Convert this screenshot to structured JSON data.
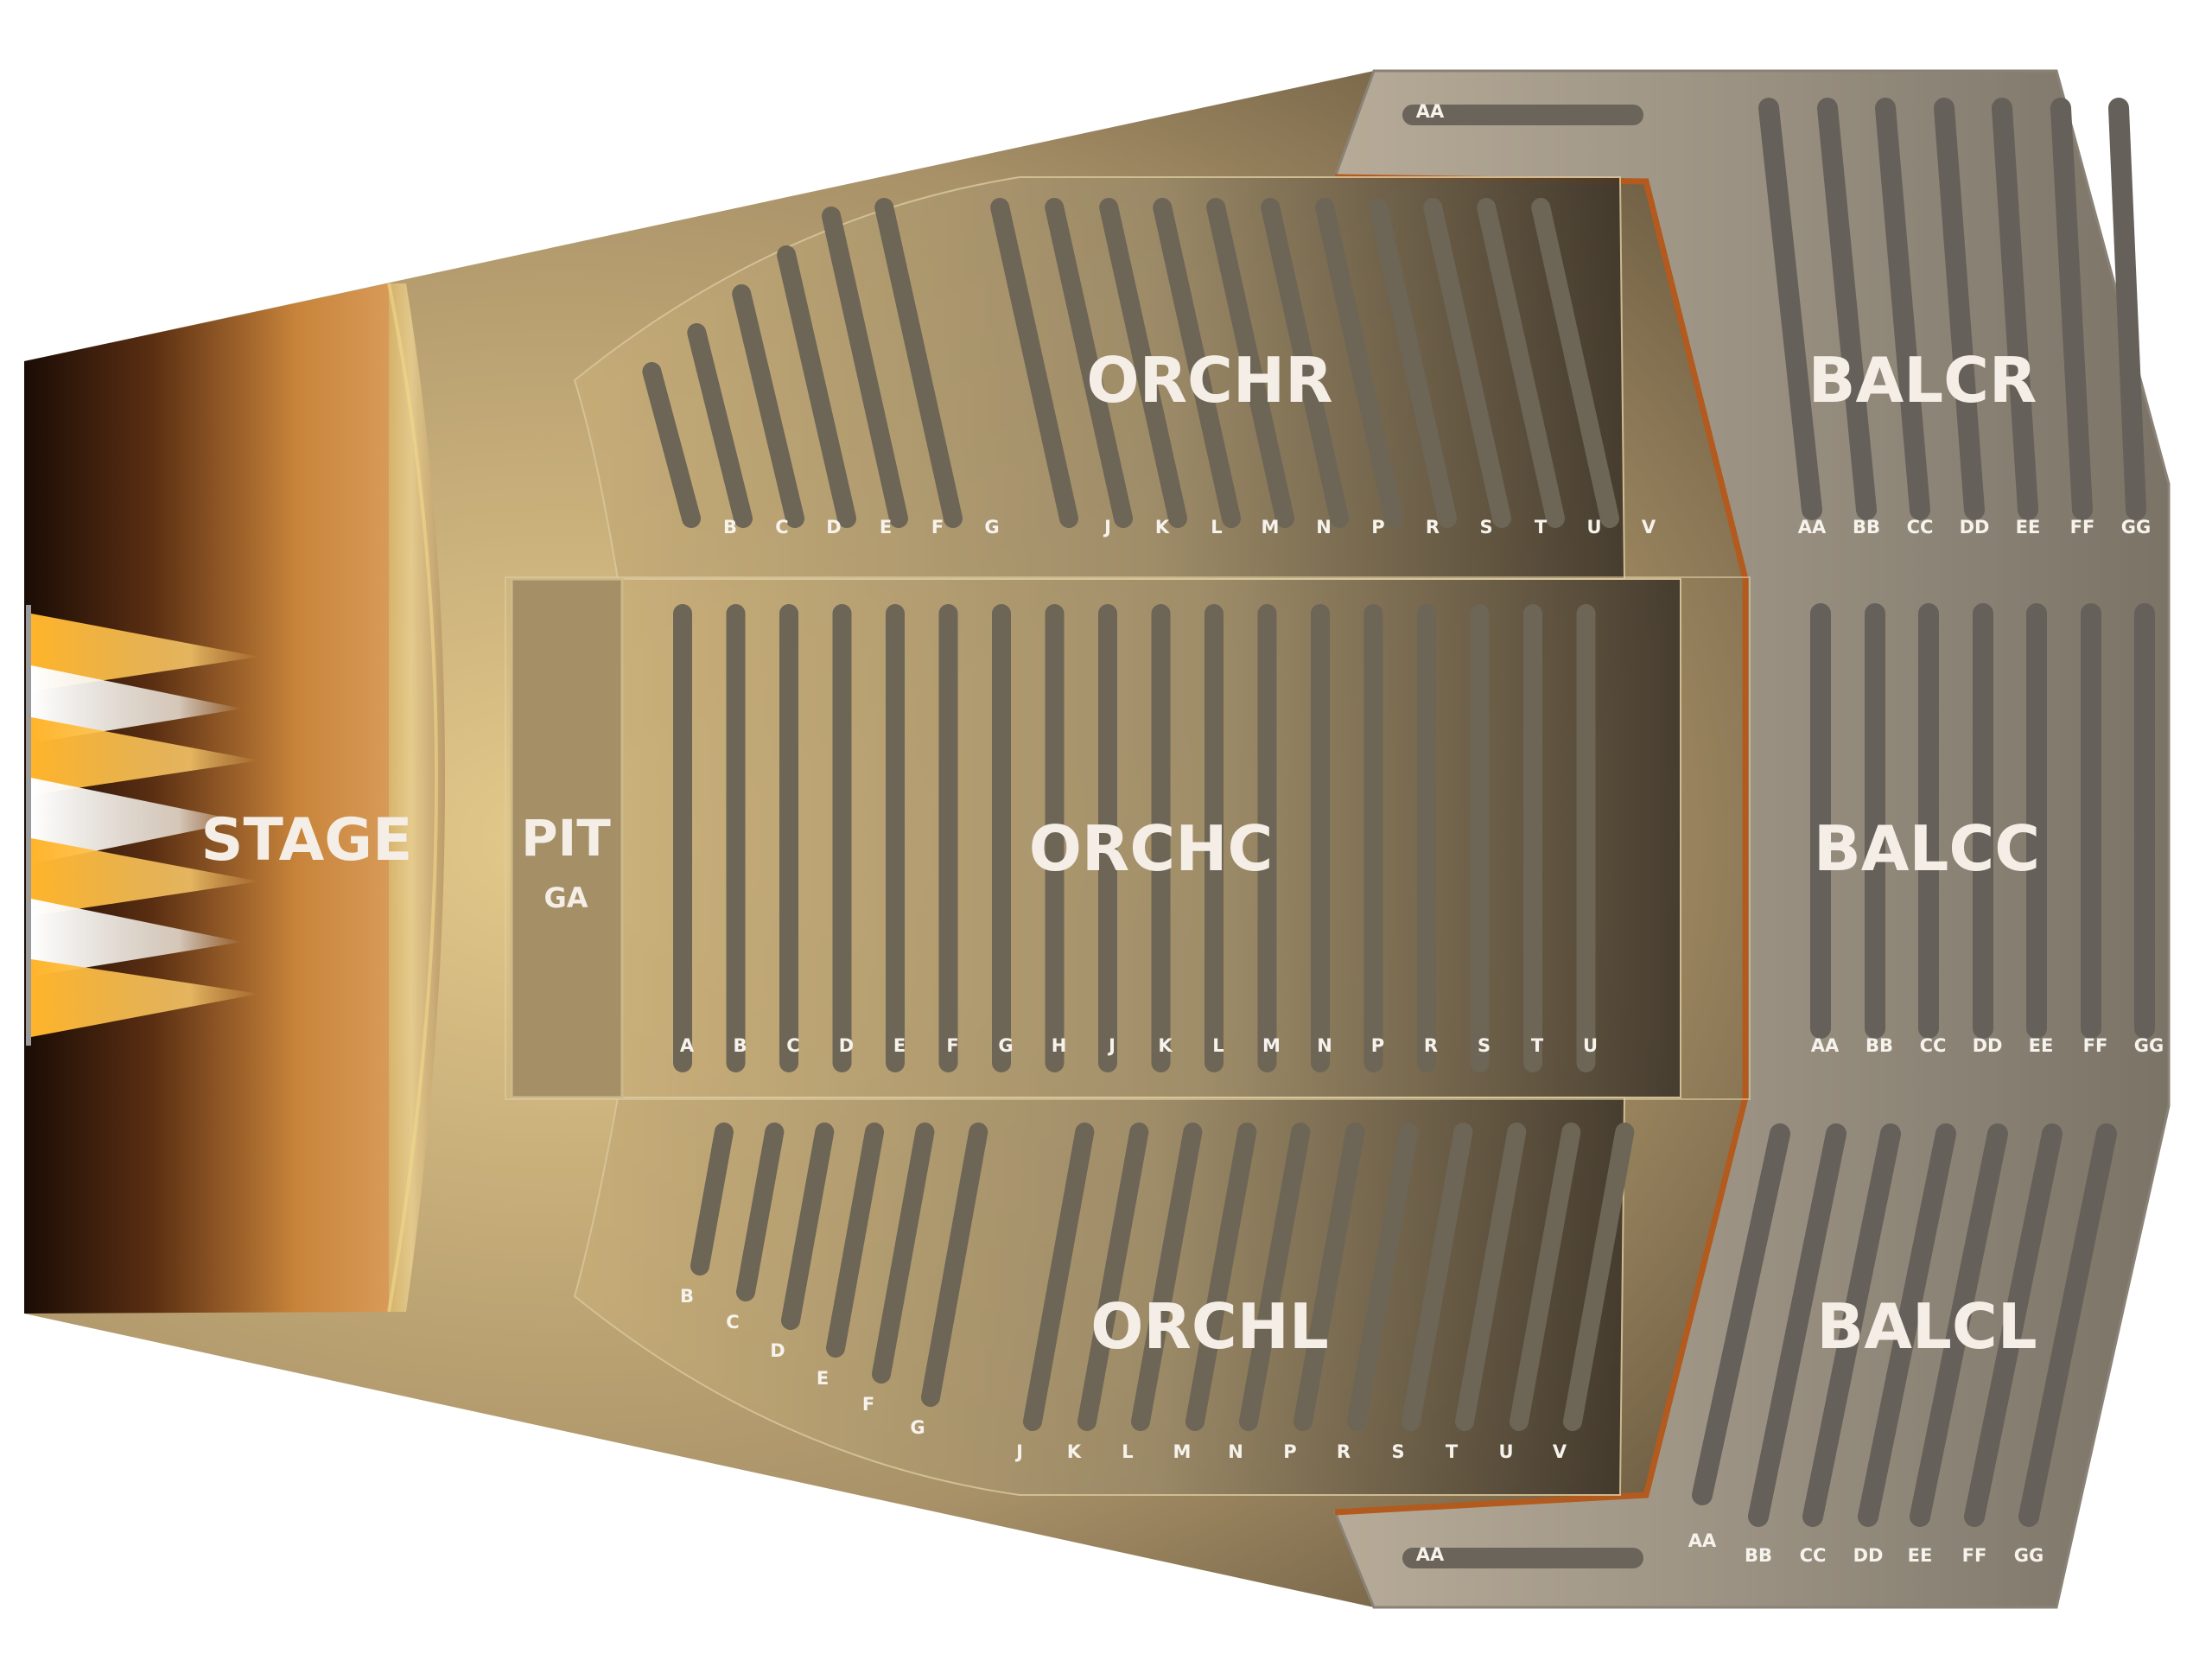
{
  "sections": {
    "stage": "STAGE",
    "pit": "PIT",
    "pit_sub": "GA",
    "orchr": "ORCHR",
    "orchc": "ORCHC",
    "orchl": "ORCHL",
    "balcr": "BALCR",
    "balcc": "BALCC",
    "balcl": "BALCL"
  },
  "rows": {
    "orchr": [
      "B",
      "C",
      "D",
      "E",
      "F",
      "G",
      "J",
      "K",
      "L",
      "M",
      "N",
      "P",
      "R",
      "S",
      "T",
      "U",
      "V"
    ],
    "orchc": [
      "A",
      "B",
      "C",
      "D",
      "E",
      "F",
      "G",
      "H",
      "J",
      "K",
      "L",
      "M",
      "N",
      "P",
      "R",
      "S",
      "T",
      "U"
    ],
    "orchl": [
      "B",
      "C",
      "D",
      "E",
      "F",
      "G",
      "J",
      "K",
      "L",
      "M",
      "N",
      "P",
      "R",
      "S",
      "T",
      "U",
      "V"
    ],
    "balcr": [
      "AA",
      "BB",
      "CC",
      "DD",
      "EE",
      "FF",
      "GG"
    ],
    "balcc": [
      "AA",
      "BB",
      "CC",
      "DD",
      "EE",
      "FF",
      "GG"
    ],
    "balcl": [
      "AA",
      "BB",
      "CC",
      "DD",
      "EE",
      "FF",
      "GG"
    ],
    "balc_top_aisle": "AA",
    "balc_bottom_aisle": "AA"
  },
  "colors": {
    "stage": "#c07a30",
    "orchestra": "#a7946a",
    "balcony": "#8d857a",
    "row_bar": "#6d6556",
    "rail": "#b35a1e"
  }
}
